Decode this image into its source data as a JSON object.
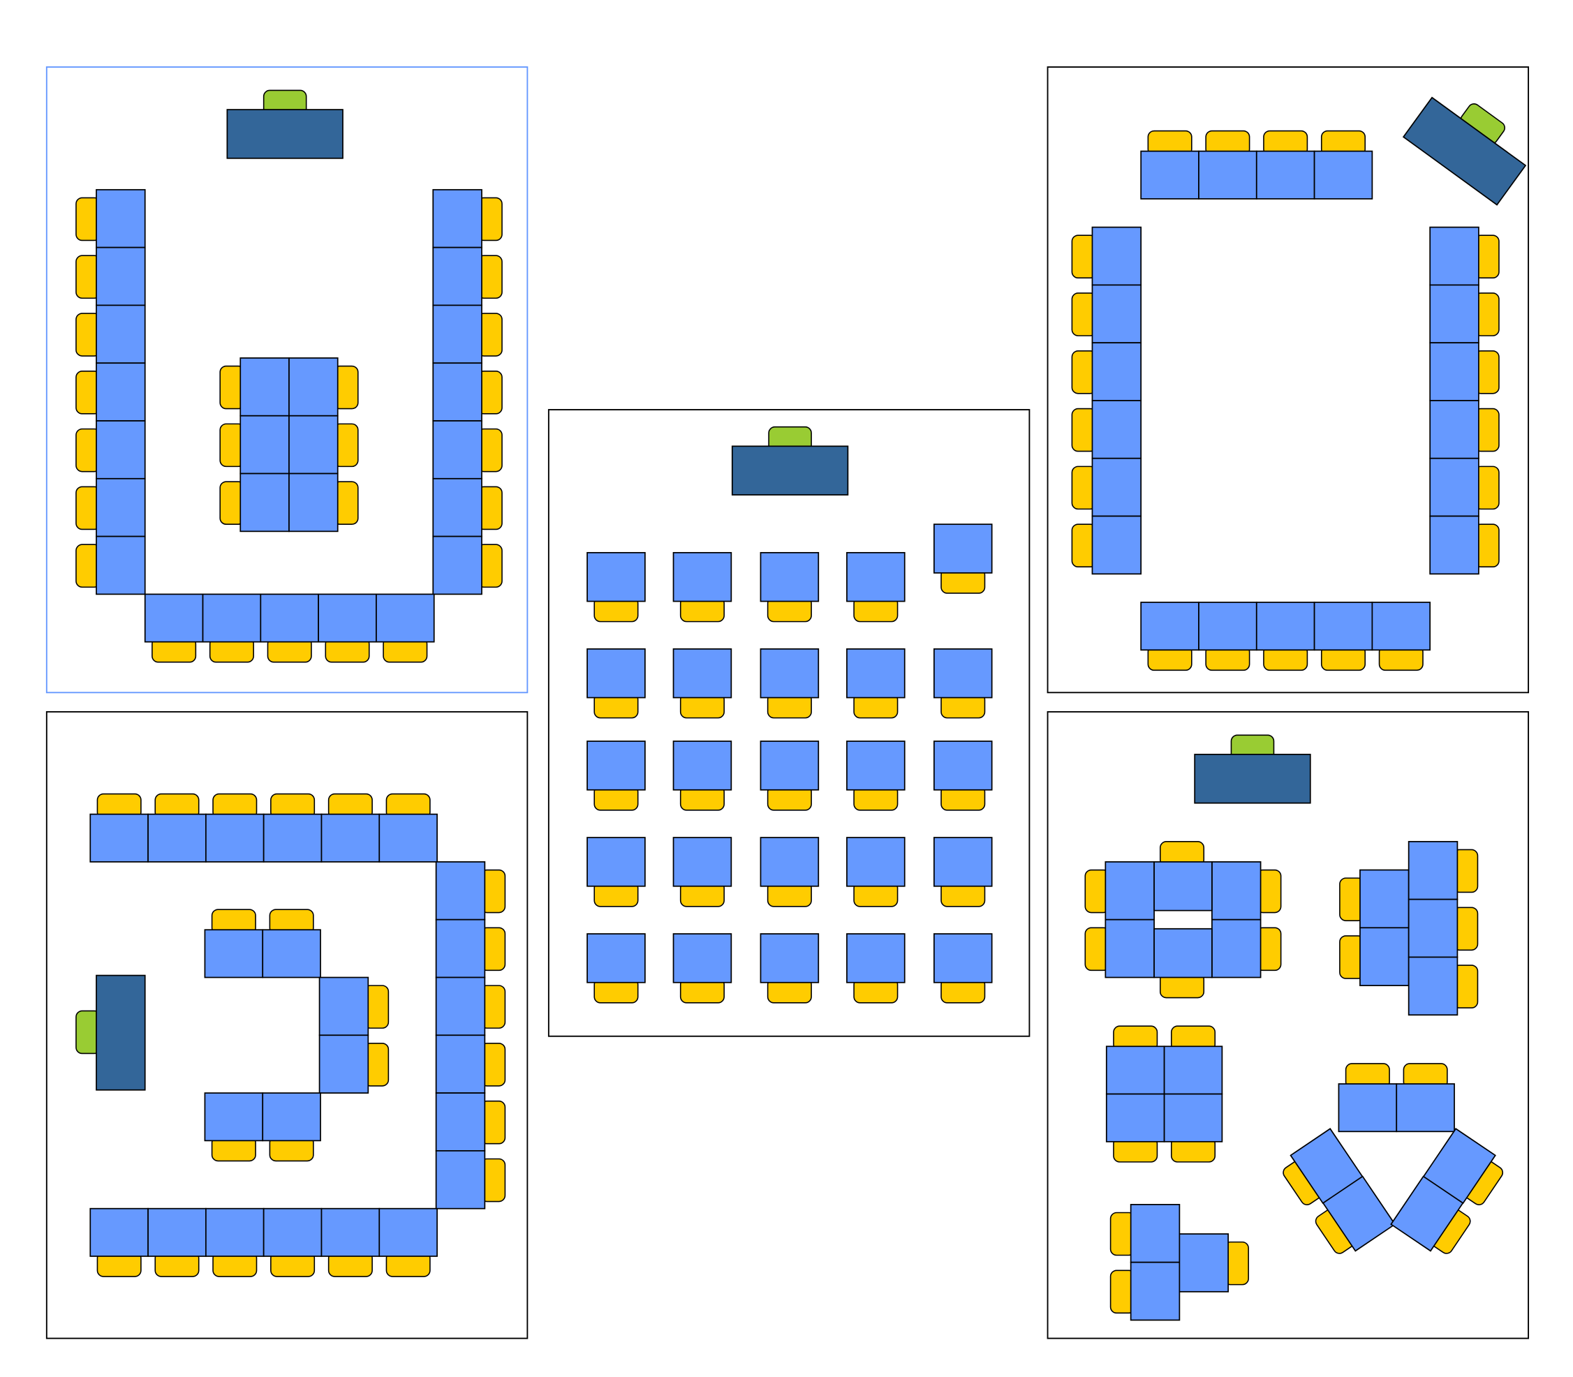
{
  "colors": {
    "background": "#ffffff",
    "desk": "#6699ff",
    "chair": "#ffcc00",
    "teacher_desk": "#336699",
    "teacher_chair": "#99cc33",
    "outline": "#000000",
    "selected_frame": "#6699ff"
  },
  "panels": [
    {
      "id": "u-shape-with-center-table",
      "selected": true
    },
    {
      "id": "rows-of-single-desks",
      "selected": false
    },
    {
      "id": "hollow-square",
      "selected": false
    },
    {
      "id": "nested-u-shape",
      "selected": false
    },
    {
      "id": "group-clusters",
      "selected": false
    }
  ]
}
